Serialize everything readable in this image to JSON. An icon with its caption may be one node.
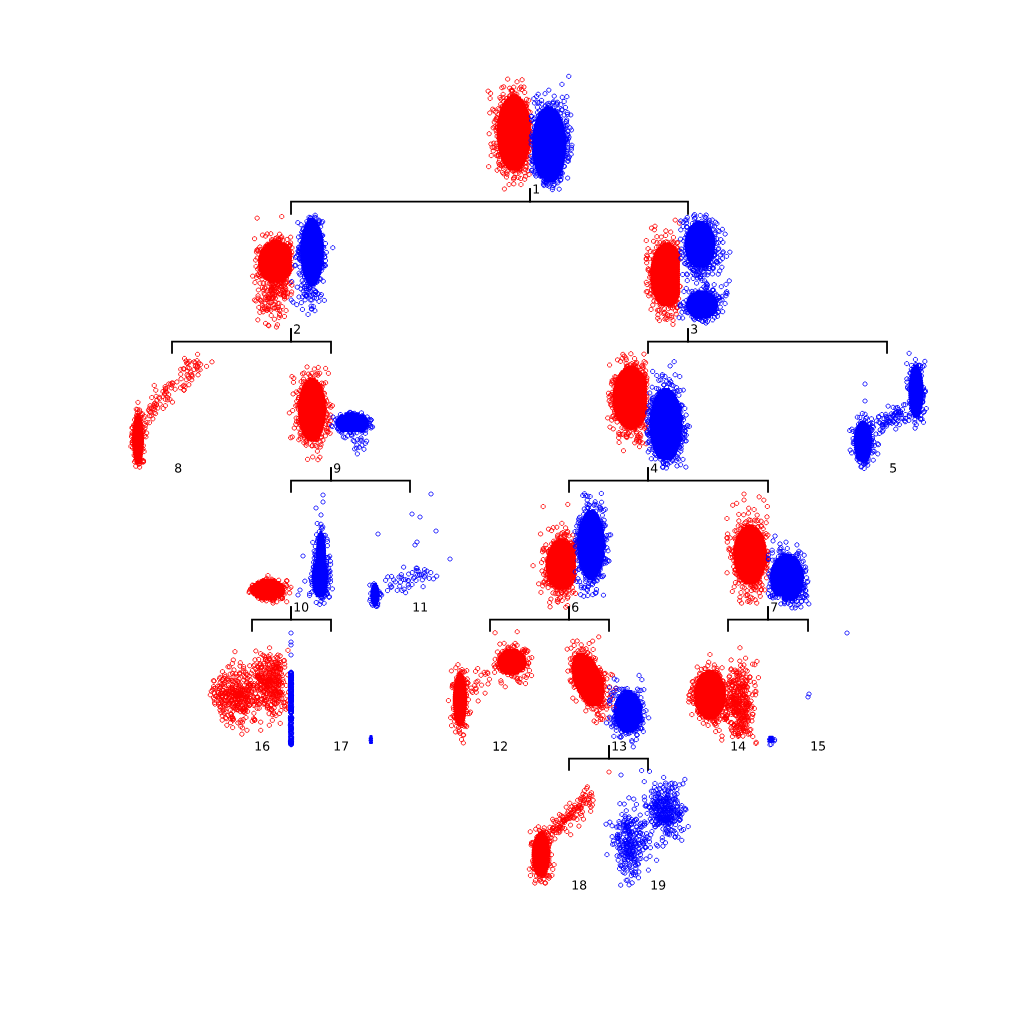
{
  "diagram": {
    "nodes": [
      {
        "text": [
          "1"
        ]
      },
      {
        "text": [
          "2"
        ]
      },
      {
        "text": [
          "3"
        ]
      },
      {
        "text": [
          "8"
        ]
      },
      {
        "text": [
          "9"
        ]
      },
      {
        "text": [
          "4"
        ]
      },
      {
        "text": [
          "5"
        ]
      },
      {
        "text": [
          "10"
        ]
      },
      {
        "text": [
          "11"
        ]
      },
      {
        "text": [
          "6"
        ]
      },
      {
        "text": [
          "7"
        ]
      },
      {
        "text": [
          "16"
        ]
      },
      {
        "text": [
          "17"
        ]
      },
      {
        "text": [
          "12"
        ]
      },
      {
        "text": [
          "13"
        ]
      },
      {
        "text": [
          "14"
        ]
      },
      {
        "text": [
          "15"
        ]
      },
      {
        "text": [
          "18"
        ]
      },
      {
        "text": [
          "19"
        ]
      }
    ],
    "edges": [
      {
        "from": 0,
        "to": 1,
        "arrow": "none"
      },
      {
        "from": 0,
        "to": 2,
        "arrow": "none"
      },
      {
        "from": 1,
        "to": 3,
        "arrow": "none"
      },
      {
        "from": 1,
        "to": 4,
        "arrow": "none"
      },
      {
        "from": 2,
        "to": 5,
        "arrow": "none"
      },
      {
        "from": 2,
        "to": 6,
        "arrow": "none"
      },
      {
        "from": 4,
        "to": 7,
        "arrow": "none"
      },
      {
        "from": 4,
        "to": 8,
        "arrow": "none"
      },
      {
        "from": 5,
        "to": 9,
        "arrow": "none"
      },
      {
        "from": 5,
        "to": 10,
        "arrow": "none"
      },
      {
        "from": 7,
        "to": 11,
        "arrow": "none"
      },
      {
        "from": 7,
        "to": 12,
        "arrow": "none"
      },
      {
        "from": 9,
        "to": 13,
        "arrow": "none"
      },
      {
        "from": 9,
        "to": 14,
        "arrow": "none"
      },
      {
        "from": 10,
        "to": 15,
        "arrow": "none"
      },
      {
        "from": 10,
        "to": 16,
        "arrow": "none"
      },
      {
        "from": 14,
        "to": 17,
        "arrow": "none"
      },
      {
        "from": 14,
        "to": 18,
        "arrow": "none"
      }
    ]
  }
}
